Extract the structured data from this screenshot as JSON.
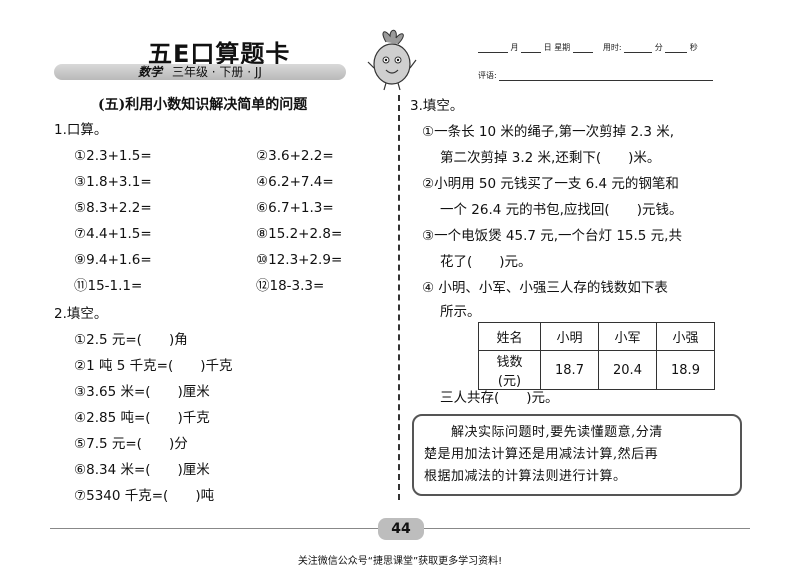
{
  "header": {
    "brand": "五E口算题卡",
    "banner_subject": "数学",
    "banner_rest": "三年级 · 下册 · JJ",
    "date_month": "月",
    "date_day": "日",
    "date_weekday": "星期",
    "time_label": "用时:",
    "time_min": "分",
    "time_sec": "秒",
    "comment_label": "评语:"
  },
  "section_title": "(五)利用小数知识解决简单的问题",
  "part1": {
    "title": "1.口算。",
    "items": [
      "①2.3+1.5=",
      "②3.6+2.2=",
      "③1.8+3.1=",
      "④6.2+7.4=",
      "⑤8.3+2.2=",
      "⑥6.7+1.3=",
      "⑦4.4+1.5=",
      "⑧15.2+2.8=",
      "⑨9.4+1.6=",
      "⑩12.3+2.9=",
      "⑪15-1.1=",
      "⑫18-3.3="
    ]
  },
  "part2": {
    "title": "2.填空。",
    "items": [
      "①2.5 元=(　　)角",
      "②1 吨 5 千克=(　　)千克",
      "③3.65 米=(　　)厘米",
      "④2.85 吨=(　　)千克",
      "⑤7.5 元=(　　)分",
      "⑥8.34 米=(　　)厘米",
      "⑦5340 千克=(　　)吨"
    ]
  },
  "part3": {
    "title": "3.填空。",
    "q1_line1": "①一条长 10 米的绳子,第一次剪掉 2.3 米,",
    "q1_line2": "第二次剪掉 3.2 米,还剩下(　　)米。",
    "q2_line1": "②小明用 50 元钱买了一支 6.4 元的钢笔和",
    "q2_line2": "一个 26.4 元的书包,应找回(　　)元钱。",
    "q3_line1": "③一个电饭煲 45.7 元,一个台灯 15.5 元,共",
    "q3_line2": "花了(　　)元。",
    "q4_line1": "④ 小明、小军、小强三人存的钱数如下表",
    "q4_line2": "所示。",
    "table": {
      "header": [
        "姓名",
        "小明",
        "小军",
        "小强"
      ],
      "row": [
        "钱数(元)",
        "18.7",
        "20.4",
        "18.9"
      ]
    },
    "total": "三人共存(　　)元。"
  },
  "tip": {
    "line1": "　　解决实际问题时,要先读懂题意,分清",
    "line2": "楚是用加法计算还是用减法计算,然后再",
    "line3": "根据加减法的计算法则进行计算。"
  },
  "footer": {
    "page_number": "44",
    "note": "关注微信公众号“捷思课堂”获取更多学习资料!"
  }
}
